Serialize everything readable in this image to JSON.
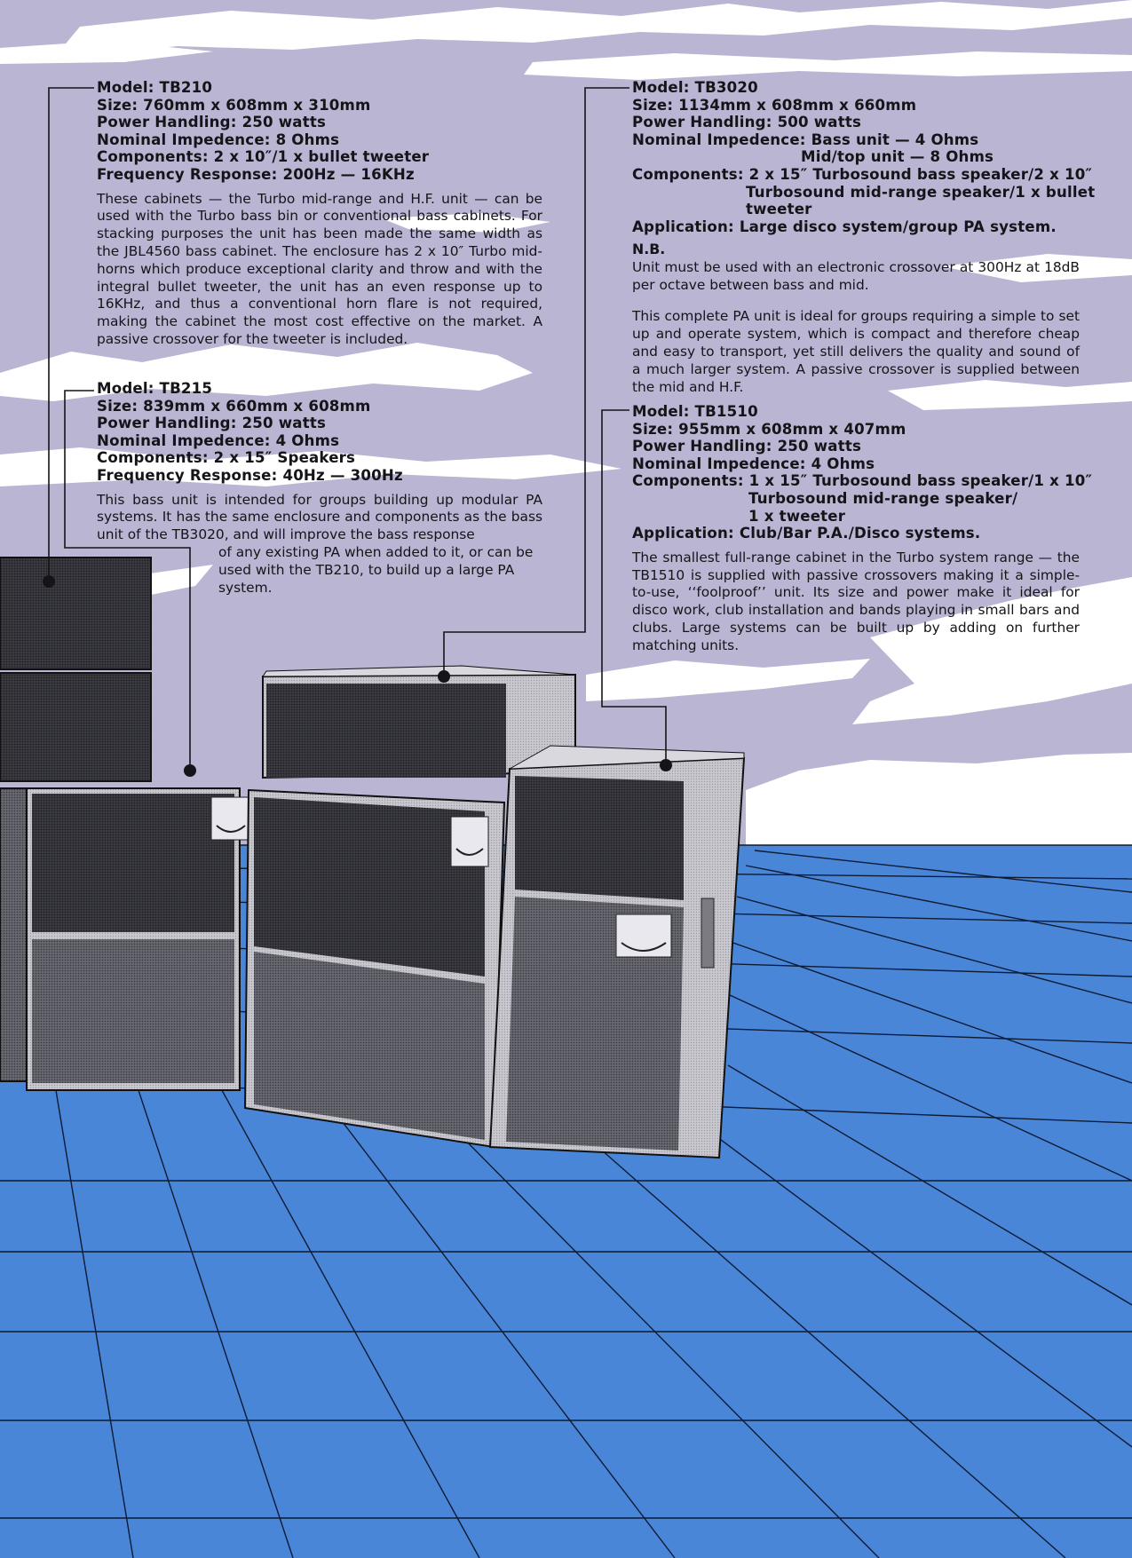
{
  "tb210": {
    "model": "Model: TB210",
    "size": "Size: 760mm x 608mm x 310mm",
    "power": "Power Handling: 250 watts",
    "impedance": "Nominal Impedence: 8 Ohms",
    "components": "Components: 2 x 10″/1 x bullet tweeter",
    "frequency": "Frequency Response: 200Hz — 16KHz",
    "description": "These cabinets — the Turbo mid-range and H.F. unit — can be used with the Turbo bass bin or conventional bass cabinets. For stacking purposes the unit has been made the same width as the JBL4560 bass cabinet. The enclosure has 2 x 10″ Turbo mid-horns which produce exceptional clarity and throw and with the integral bullet tweeter, the unit has an even response up to 16KHz, and thus a conventional horn flare is not required, making the cabinet the most cost effective on the market. A passive crossover for the tweeter is included."
  },
  "tb215": {
    "model": "Model: TB215",
    "size": "Size: 839mm x 660mm x 608mm",
    "power": "Power Handling: 250 watts",
    "impedance": "Nominal Impedence: 4 Ohms",
    "components": "Components: 2 x 15″ Speakers",
    "frequency": "Frequency Response: 40Hz — 300Hz",
    "description_a": "This bass unit is intended for groups building up modular PA systems. It has the same enclosure and components as the bass unit of the TB3020, and will improve the bass response",
    "description_b": "of any existing PA when added to it, or can be used with the TB210, to build up a large PA system."
  },
  "tb3020": {
    "model": "Model: TB3020",
    "size": "Size: 1134mm x 608mm x 660mm",
    "power": "Power Handling: 500 watts",
    "impedance": "Nominal Impedence: Bass unit — 4 Ohms",
    "impedance_2": "Mid/top unit — 8 Ohms",
    "components": "Components: 2 x 15″ Turbosound bass speaker/2 x 10″",
    "components_2": "Turbosound mid-range speaker/1 x bullet",
    "components_3": "tweeter",
    "application": "Application: Large disco system/group PA system.",
    "nb_label": "N.B.",
    "nb_text": "Unit must be used with an electronic crossover at 300Hz at 18dB per octave between bass and mid.",
    "description": "This complete PA unit is ideal for groups requiring a simple to set up and operate system, which is compact and therefore cheap and easy to transport, yet still delivers the quality and sound of a much larger system. A passive crossover is supplied between the mid and H.F."
  },
  "tb1510": {
    "model": "Model: TB1510",
    "size": "Size: 955mm x 608mm x 407mm",
    "power": "Power Handling: 250 watts",
    "impedance": "Nominal Impedence: 4 Ohms",
    "components": "Components: 1 x 15″ Turbosound bass speaker/1 x 10″",
    "components_2": "Turbosound mid-range speaker/",
    "components_3": "1 x tweeter",
    "application": "Application: Club/Bar P.A./Disco systems.",
    "description": "The smallest full-range cabinet in the Turbo system range — the TB1510 is supplied with passive crossovers making it a simple-to-use, ‘‘foolproof’’ unit. Its size and power make it ideal for disco work, club installation and bands playing in small bars and clubs. Large systems can be built up by adding on further matching units."
  },
  "colors": {
    "sky": "#b9b5d3",
    "cloud": "#ffffff",
    "floor": "#4a86d8",
    "grid": "#0d1a33",
    "text": "#151418"
  }
}
